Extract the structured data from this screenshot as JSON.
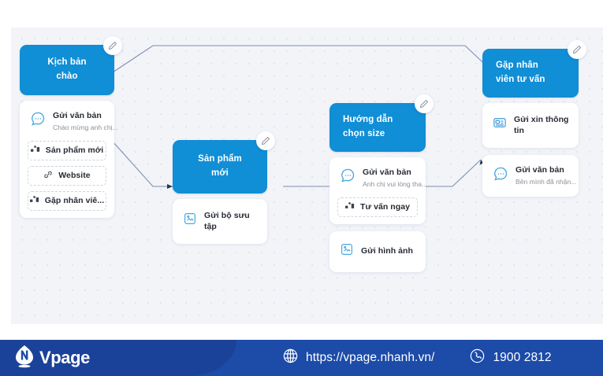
{
  "canvas": {
    "nodes": [
      {
        "id": "greeting",
        "title": "Kịch bản chào",
        "edit_icon": "pencil-icon",
        "message": {
          "icon": "chat-bubble-icon",
          "title": "Gửi văn bản",
          "preview": "Chào mừng anh chị..."
        },
        "options": [
          {
            "icon": "flow-block-icon",
            "label": "Sản phẩm mới"
          },
          {
            "icon": "link-icon",
            "label": "Website"
          },
          {
            "icon": "flow-block-icon",
            "label": "Gặp nhân viê..."
          }
        ]
      },
      {
        "id": "new-product",
        "title": "Sản phẩm mới",
        "edit_icon": "pencil-icon",
        "message": {
          "icon": "image-card-icon",
          "title": "Gửi bộ sưu tập",
          "preview": ""
        },
        "options": []
      },
      {
        "id": "size-guide",
        "title": "Hướng dẫn chọn size",
        "edit_icon": "pencil-icon",
        "message": {
          "icon": "chat-bubble-icon",
          "title": "Gửi văn bản",
          "preview": "Anh chị vui lòng tha..."
        },
        "options": [
          {
            "icon": "flow-block-icon",
            "label": "Tư vấn ngay"
          }
        ],
        "extra_message": {
          "icon": "image-icon",
          "title": "Gửi hình ảnh",
          "preview": ""
        }
      },
      {
        "id": "meet-staff",
        "title": "Gặp nhân viên tư vấn",
        "edit_icon": "pencil-icon",
        "message": {
          "icon": "form-icon",
          "title": "Gửi xin thông tin",
          "preview": ""
        },
        "extra_message": {
          "icon": "chat-bubble-icon",
          "title": "Gửi văn bản",
          "preview": "Bên mình đã nhận..."
        },
        "options": []
      }
    ],
    "colors": {
      "node_header": "#108ed6",
      "edge": "#7f8db5",
      "canvas_bg": "#f2f4f8"
    }
  },
  "footer": {
    "brand": "Vpage",
    "logo_icon": "vpage-leaf-logo",
    "website": {
      "icon": "globe-icon",
      "label": "https://vpage.nhanh.vn/"
    },
    "phone": {
      "icon": "phone-icon",
      "label": "1900 2812"
    },
    "bg_color": "#1c4ba8"
  }
}
